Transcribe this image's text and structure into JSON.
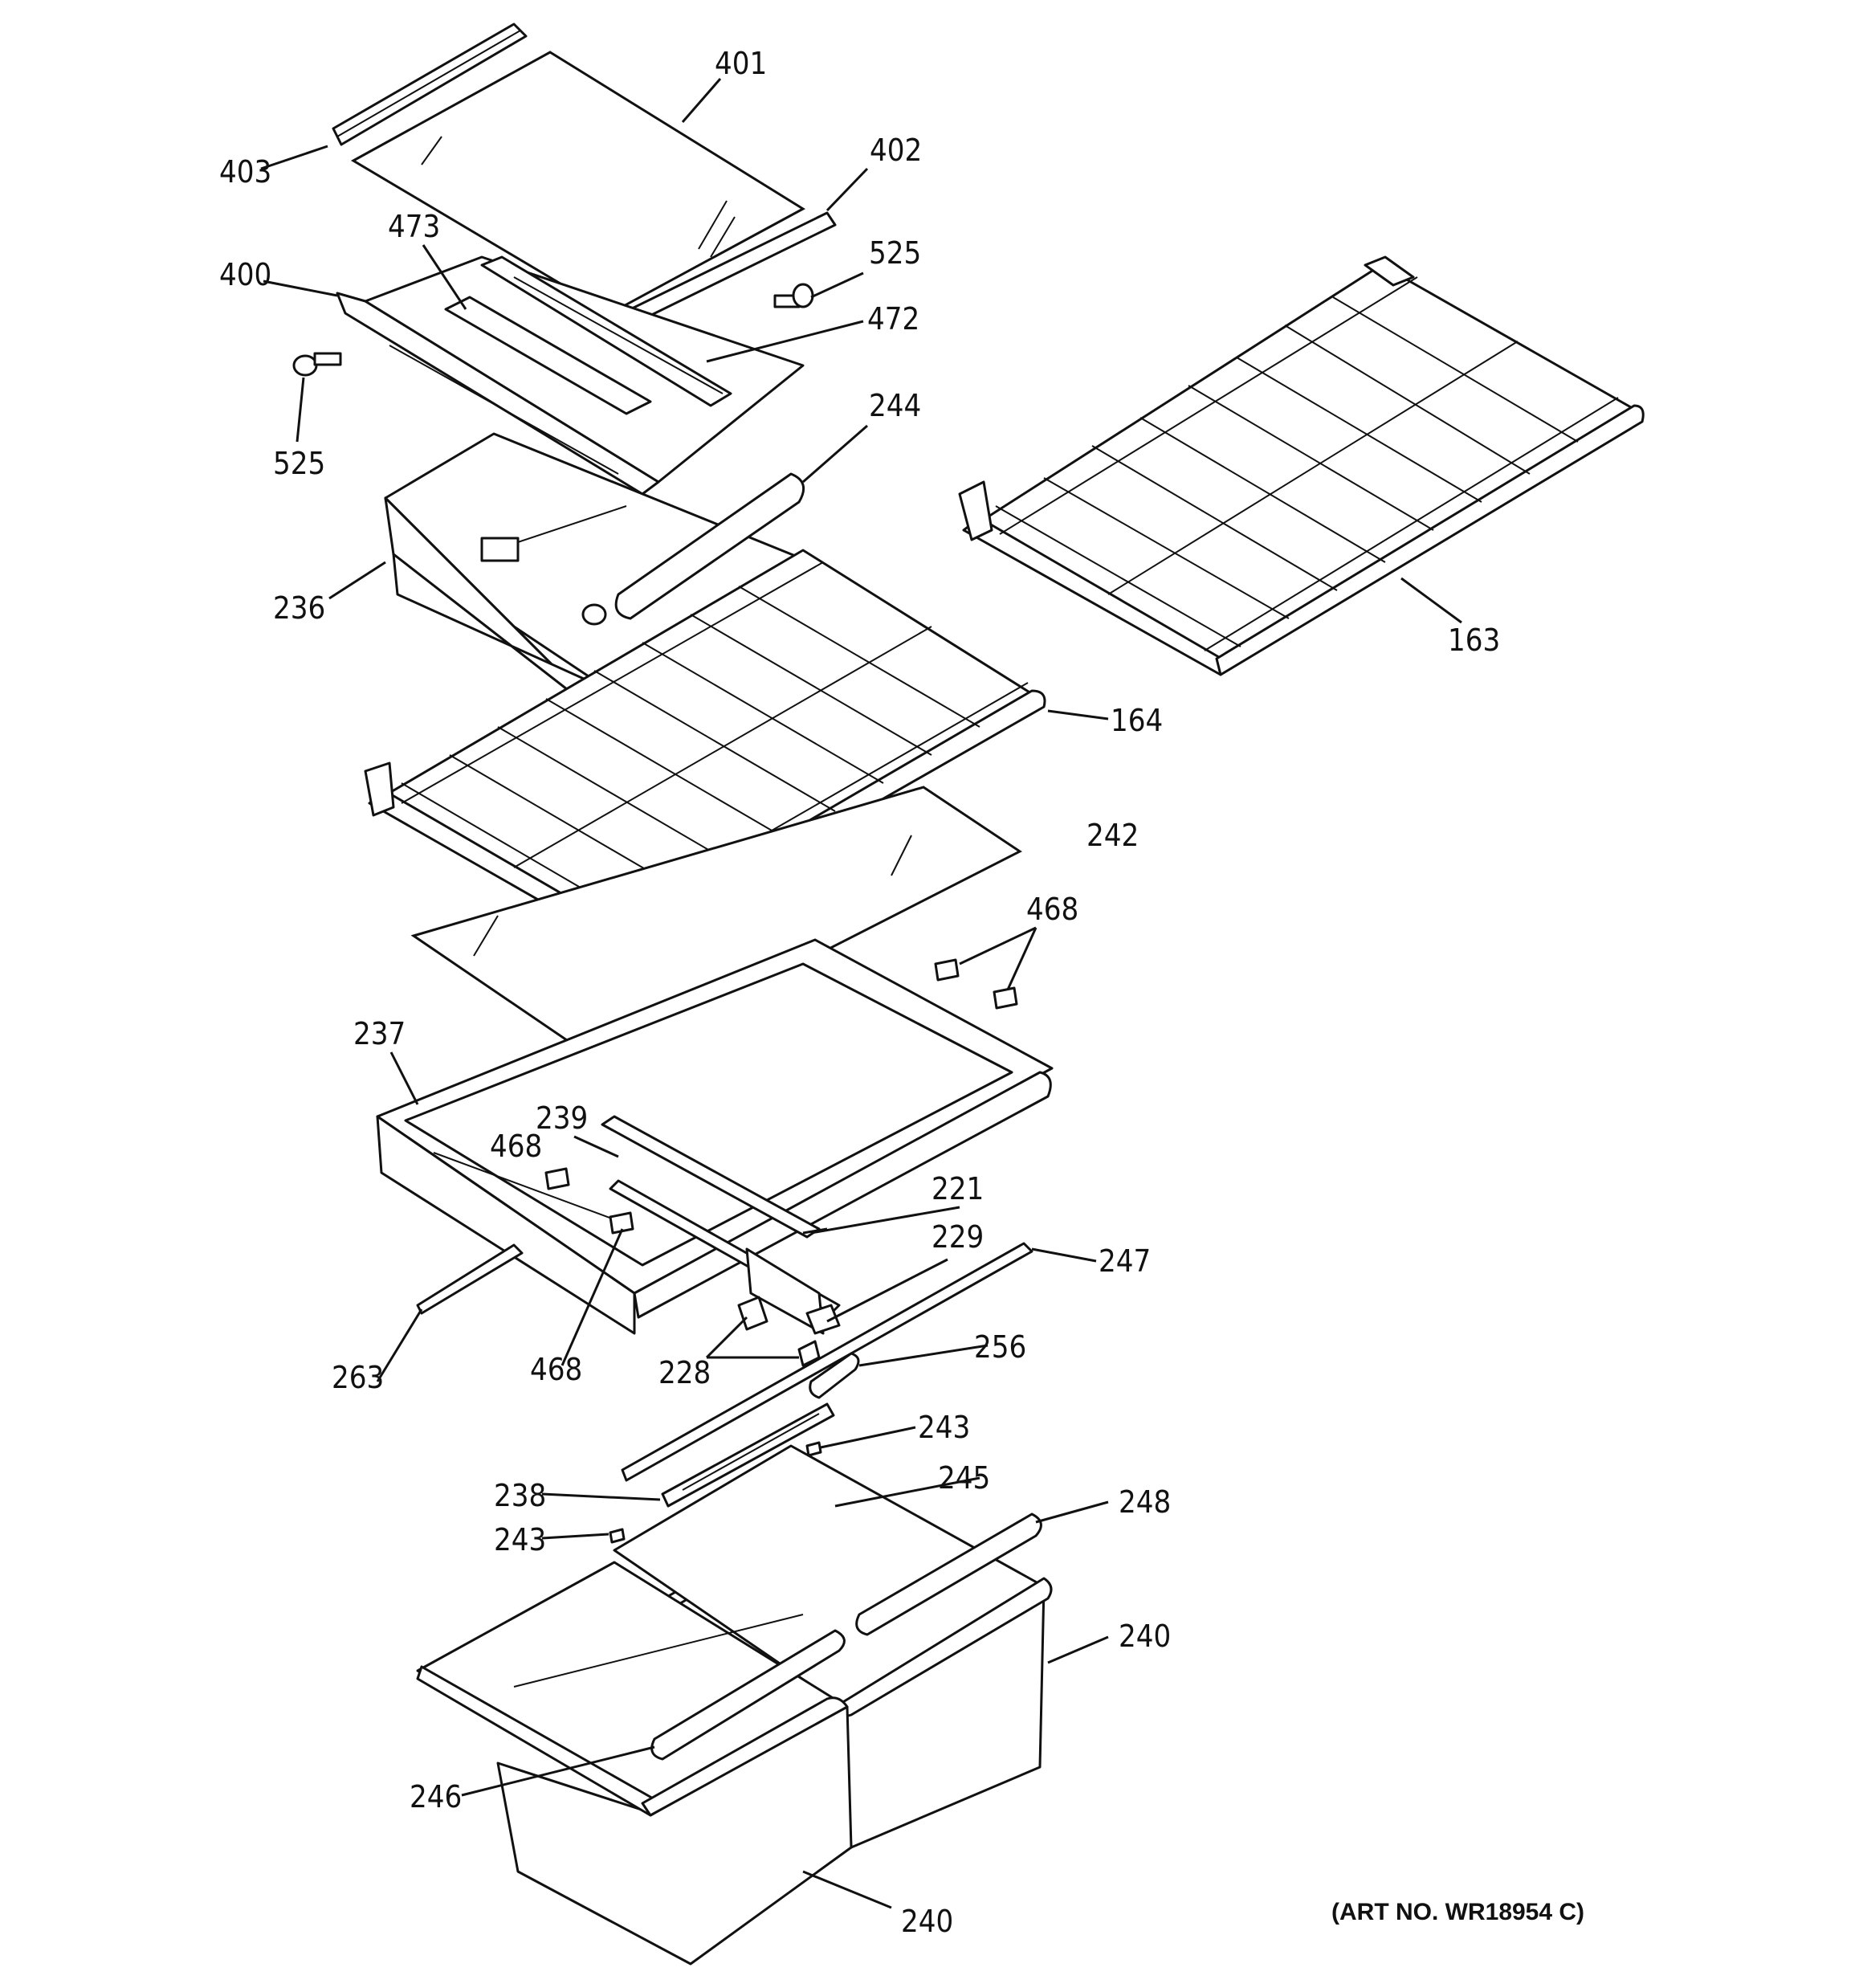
{
  "diagram": {
    "art_number": "(ART NO. WR18954 C)",
    "callouts": {
      "c401": "401",
      "c403": "403",
      "c402": "402",
      "c473": "473",
      "c400": "400",
      "c525a": "525",
      "c472": "472",
      "c525b": "525",
      "c244": "244",
      "c236": "236",
      "c163": "163",
      "c164": "164",
      "c242": "242",
      "c468a": "468",
      "c237": "237",
      "c239": "239",
      "c468b": "468",
      "c221": "221",
      "c229": "229",
      "c247": "247",
      "c256": "256",
      "c228": "228",
      "c263": "263",
      "c468c": "468",
      "c243a": "243",
      "c245": "245",
      "c238": "238",
      "c248": "248",
      "c243b": "243",
      "c240a": "240",
      "c246": "246",
      "c240b": "240"
    }
  }
}
